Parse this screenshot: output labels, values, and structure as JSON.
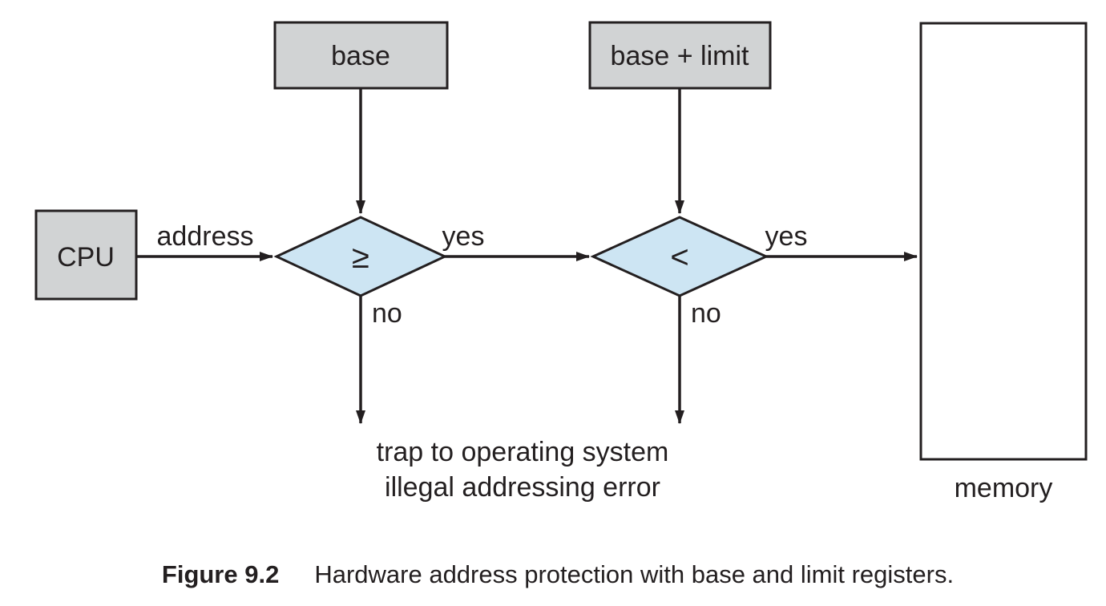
{
  "figure": {
    "caption_label": "Figure 9.2",
    "caption_text": "Hardware address protection with base and limit registers."
  },
  "nodes": {
    "cpu": {
      "label": "CPU"
    },
    "base_register": {
      "label": "base"
    },
    "base_plus_limit_register": {
      "label": "base + limit"
    },
    "compare_ge": {
      "symbol": "≥"
    },
    "compare_lt": {
      "symbol": "<"
    },
    "memory": {
      "label": "memory"
    }
  },
  "edges": {
    "address_label": "address",
    "yes_ge_label": "yes",
    "yes_lt_label": "yes",
    "no_ge_label": "no",
    "no_lt_label": "no"
  },
  "trap": {
    "line1": "trap to operating system",
    "line2": "illegal addressing error"
  },
  "colors": {
    "box_fill": "#d1d3d4",
    "diamond_fill": "#cde5f3",
    "stroke": "#231f20"
  }
}
